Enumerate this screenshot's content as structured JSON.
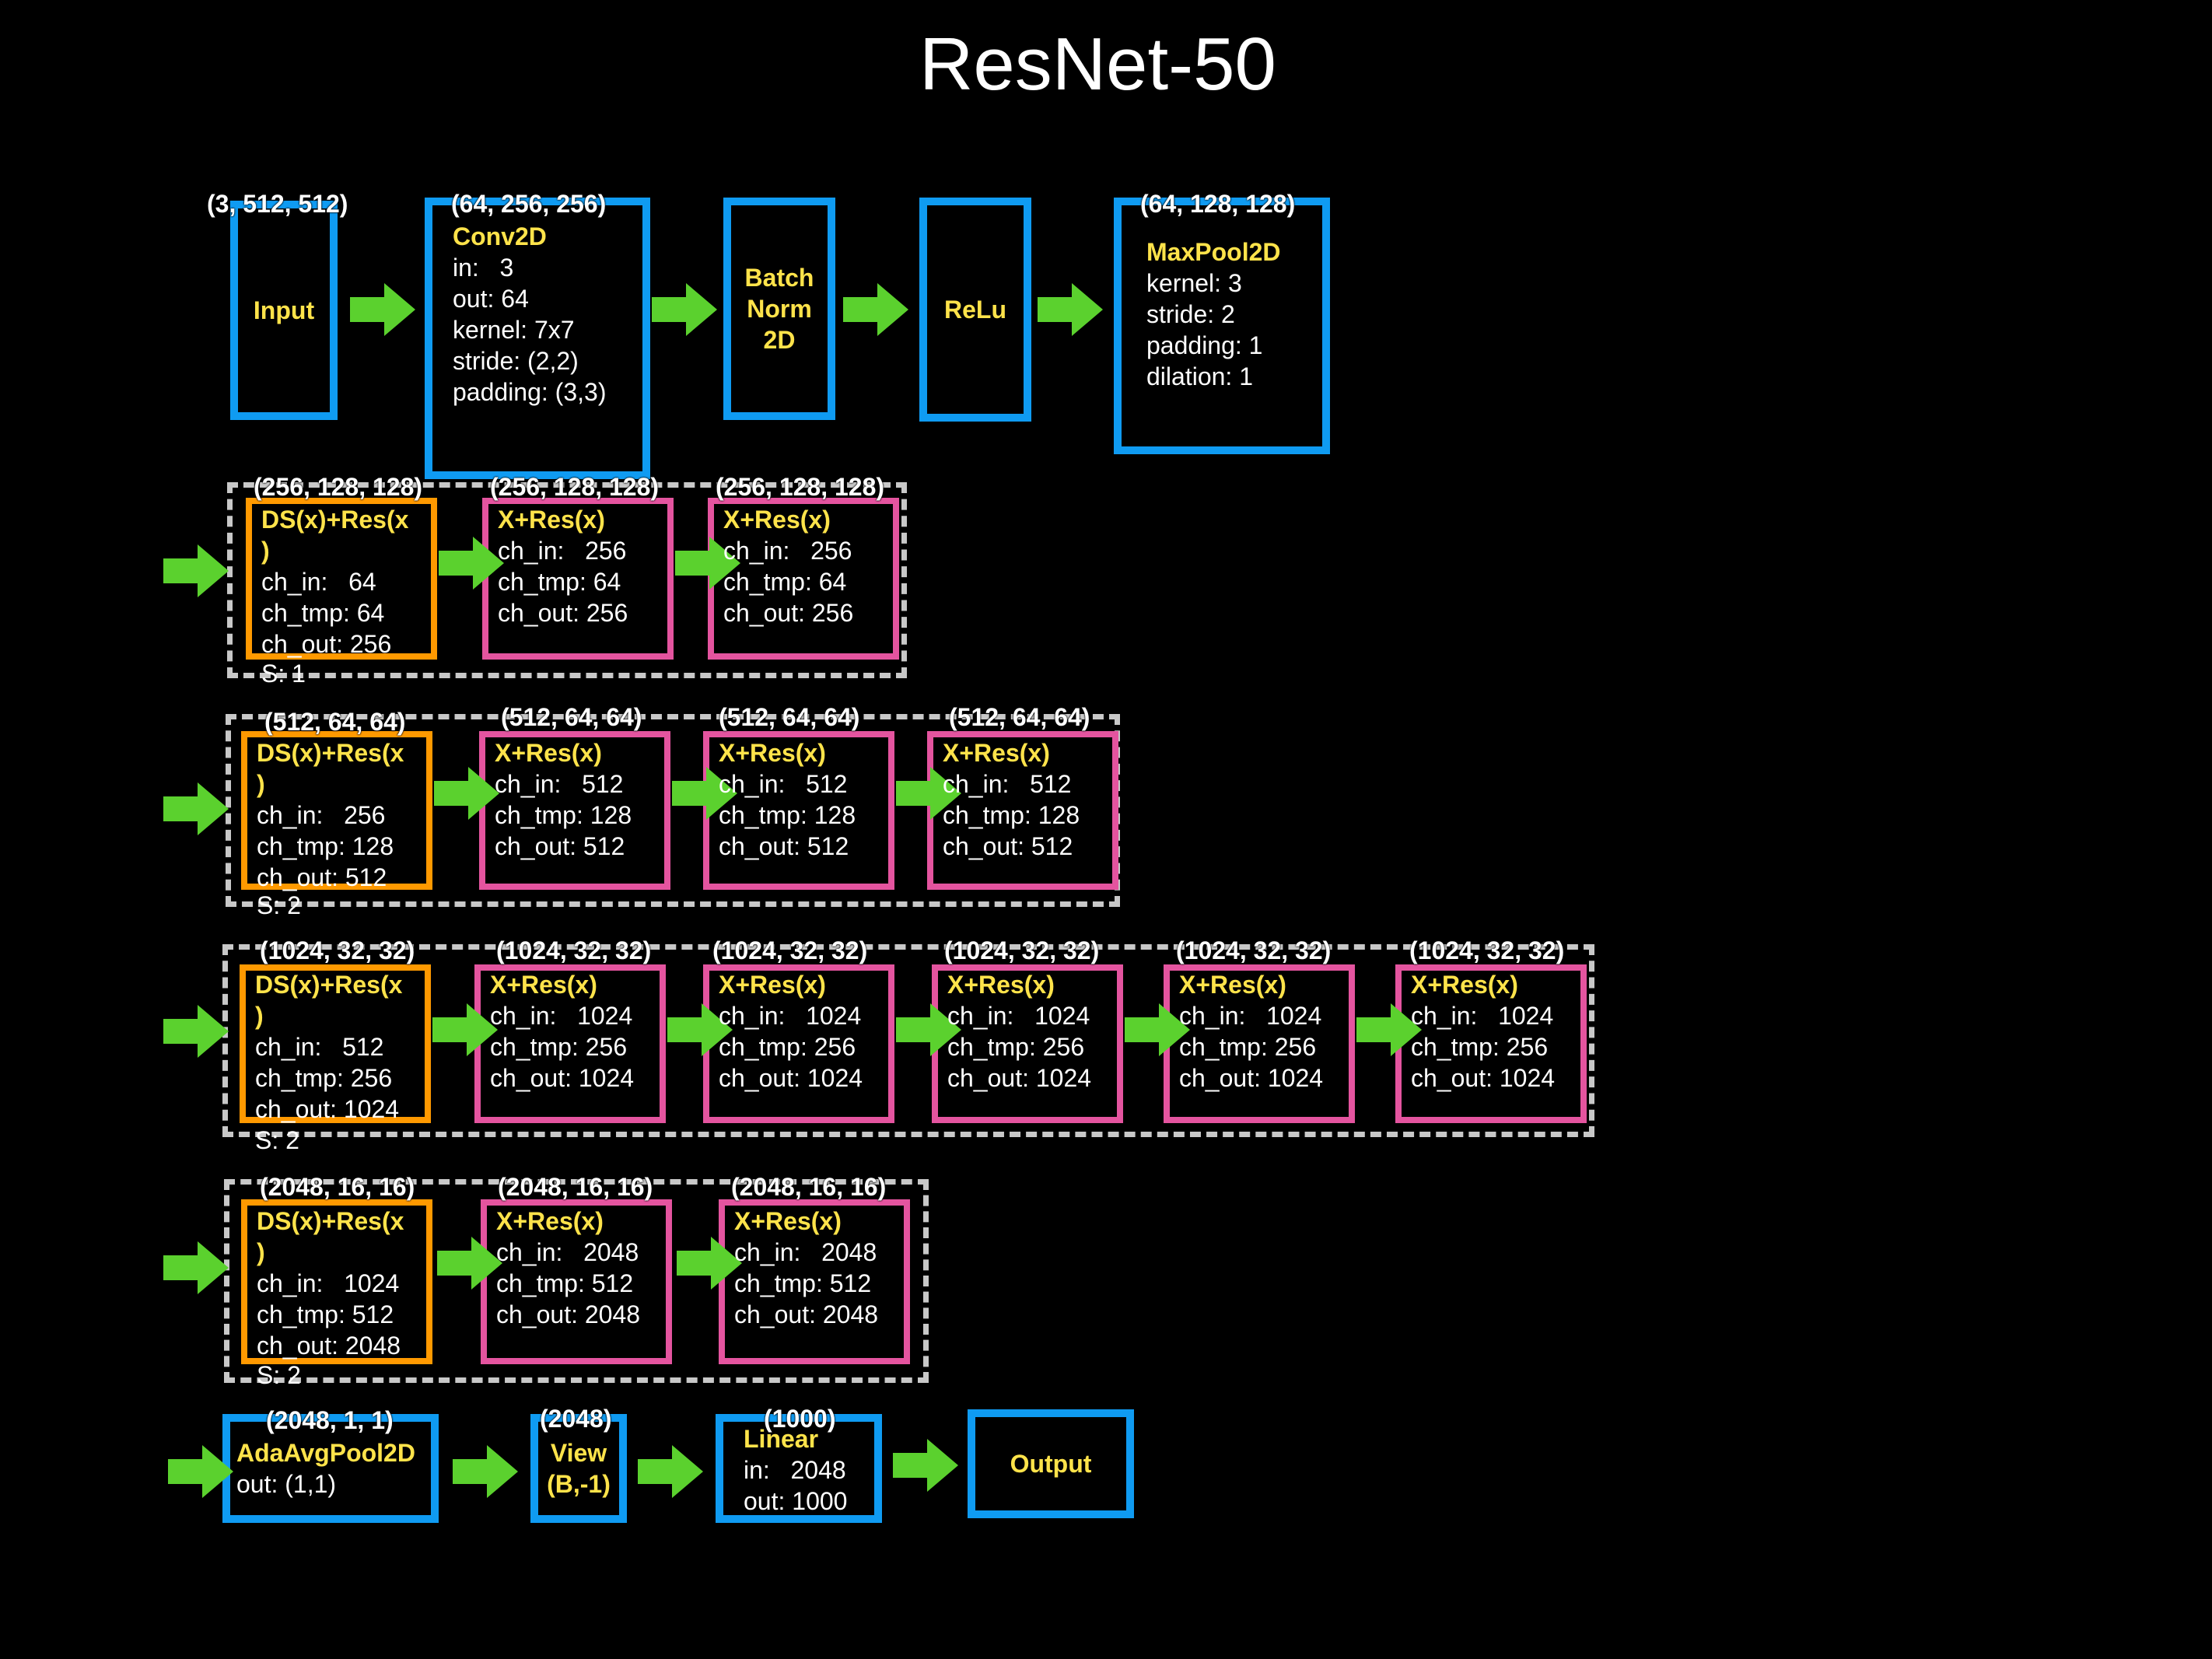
{
  "title": "ResNet-50",
  "colors": {
    "blue": "#0F9BF2",
    "orange": "#FF9900",
    "pink": "#E4549F",
    "title_yellow": "#FFE34A",
    "arrow_green": "#5BD12E",
    "dashed_gray": "#C8C8C8"
  },
  "row0": {
    "input": {
      "shape": "(3, 512, 512)",
      "title": "Input"
    },
    "conv": {
      "shape": "(64, 256, 256)",
      "title": "Conv2D",
      "lines": [
        "in:   3",
        "out: 64",
        "kernel: 7x7",
        "stride: (2,2)",
        "padding: (3,3)"
      ]
    },
    "bn": {
      "title": "Batch\nNorm\n2D"
    },
    "relu": {
      "title": "ReLu"
    },
    "maxpool": {
      "shape": "(64, 128, 128)",
      "title": "MaxPool2D",
      "lines": [
        "kernel: 3",
        "stride: 2",
        "padding: 1",
        "dilation: 1"
      ]
    }
  },
  "layer1": {
    "stride": "S: 1",
    "blocks": [
      {
        "shape": "(256, 128, 128)",
        "title": "DS(x)+Res(x\n)",
        "lines": [
          "ch_in:   64",
          "ch_tmp: 64",
          "ch_out: 256"
        ]
      },
      {
        "shape": "(256, 128, 128)",
        "title": "X+Res(x)",
        "lines": [
          "ch_in:   256",
          "ch_tmp: 64",
          "ch_out: 256"
        ]
      },
      {
        "shape": "(256, 128, 128)",
        "title": "X+Res(x)",
        "lines": [
          "ch_in:   256",
          "ch_tmp: 64",
          "ch_out: 256"
        ]
      }
    ]
  },
  "layer2": {
    "stride": "S: 2",
    "blocks": [
      {
        "shape": "(512, 64, 64)",
        "title": "DS(x)+Res(x\n)",
        "lines": [
          "ch_in:   256",
          "ch_tmp: 128",
          "ch_out: 512"
        ]
      },
      {
        "shape": "(512, 64, 64)",
        "title": "X+Res(x)",
        "lines": [
          "ch_in:   512",
          "ch_tmp: 128",
          "ch_out: 512"
        ]
      },
      {
        "shape": "(512, 64, 64)",
        "title": "X+Res(x)",
        "lines": [
          "ch_in:   512",
          "ch_tmp: 128",
          "ch_out: 512"
        ]
      },
      {
        "shape": "(512, 64, 64)",
        "title": "X+Res(x)",
        "lines": [
          "ch_in:   512",
          "ch_tmp: 128",
          "ch_out: 512"
        ]
      }
    ]
  },
  "layer3": {
    "stride": "S: 2",
    "blocks": [
      {
        "shape": "(1024, 32, 32)",
        "title": "DS(x)+Res(x\n)",
        "lines": [
          "ch_in:   512",
          "ch_tmp: 256",
          "ch_out: 1024"
        ]
      },
      {
        "shape": "(1024, 32, 32)",
        "title": "X+Res(x)",
        "lines": [
          "ch_in:   1024",
          "ch_tmp: 256",
          "ch_out: 1024"
        ]
      },
      {
        "shape": "(1024, 32, 32)",
        "title": "X+Res(x)",
        "lines": [
          "ch_in:   1024",
          "ch_tmp: 256",
          "ch_out: 1024"
        ]
      },
      {
        "shape": "(1024, 32, 32)",
        "title": "X+Res(x)",
        "lines": [
          "ch_in:   1024",
          "ch_tmp: 256",
          "ch_out: 1024"
        ]
      },
      {
        "shape": "(1024, 32, 32)",
        "title": "X+Res(x)",
        "lines": [
          "ch_in:   1024",
          "ch_tmp: 256",
          "ch_out: 1024"
        ]
      },
      {
        "shape": "(1024, 32, 32)",
        "title": "X+Res(x)",
        "lines": [
          "ch_in:   1024",
          "ch_tmp: 256",
          "ch_out: 1024"
        ]
      }
    ]
  },
  "layer4": {
    "stride": "S: 2",
    "blocks": [
      {
        "shape": "(2048, 16, 16)",
        "title": "DS(x)+Res(x\n)",
        "lines": [
          "ch_in:   1024",
          "ch_tmp: 512",
          "ch_out: 2048"
        ]
      },
      {
        "shape": "(2048, 16, 16)",
        "title": "X+Res(x)",
        "lines": [
          "ch_in:   2048",
          "ch_tmp: 512",
          "ch_out: 2048"
        ]
      },
      {
        "shape": "(2048, 16, 16)",
        "title": "X+Res(x)",
        "lines": [
          "ch_in:   2048",
          "ch_tmp: 512",
          "ch_out: 2048"
        ]
      }
    ]
  },
  "head": {
    "avgpool": {
      "shape": "(2048, 1, 1)",
      "title": "AdaAvgPool2D",
      "lines": [
        "out: (1,1)"
      ]
    },
    "view": {
      "shape": "(2048)",
      "title": "View\n(B,-1)"
    },
    "linear": {
      "shape": "(1000)",
      "title": "Linear",
      "lines": [
        "in:   2048",
        "out: 1000"
      ]
    },
    "output": {
      "title": "Output"
    }
  }
}
